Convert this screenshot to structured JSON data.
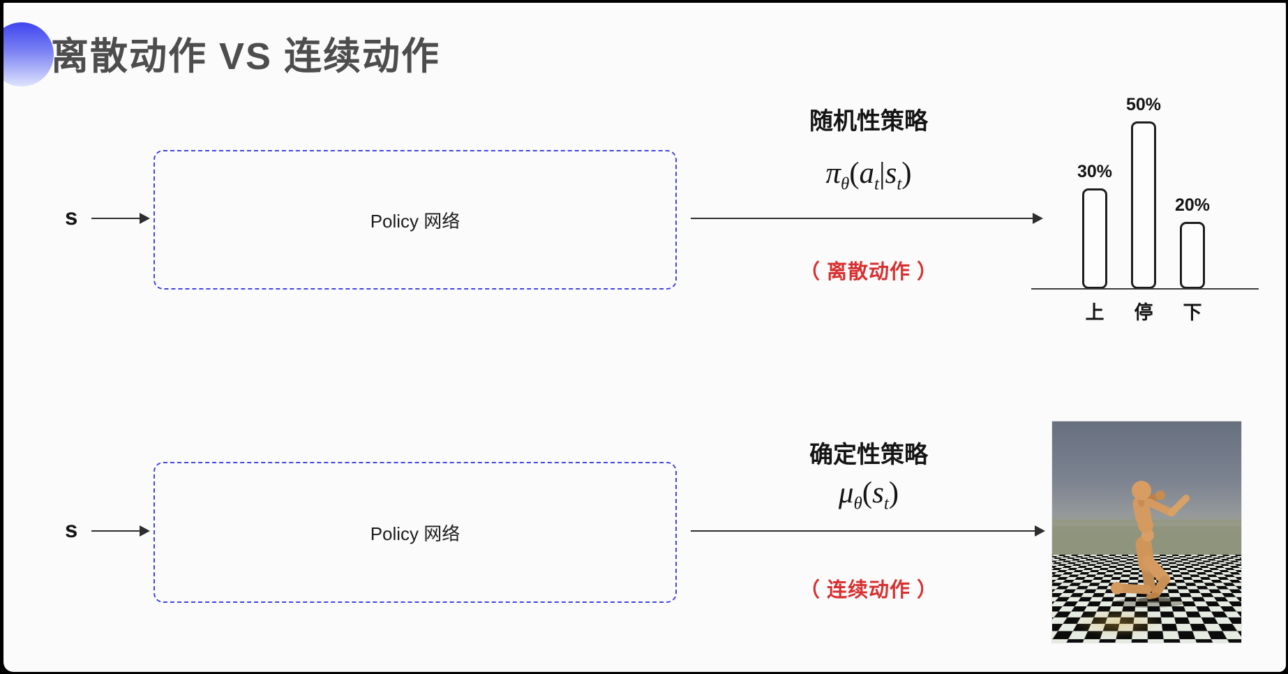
{
  "slide": {
    "title": "离散动作 VS 连续动作"
  },
  "top_flow": {
    "input_label": "s",
    "box_label": "Policy 网络",
    "policy_type": "随机性策略",
    "formula": {
      "symbol": "π",
      "symbol_sub": "θ",
      "lparen": "(",
      "arg1": "a",
      "arg1_sub": "t",
      "pipe": "|",
      "arg2": "s",
      "arg2_sub": "t",
      "rparen": ")"
    },
    "action_note": "（ 离散动作 ）"
  },
  "bottom_flow": {
    "input_label": "s",
    "box_label": "Policy 网络",
    "policy_type": "确定性策略",
    "formula": {
      "symbol": "μ",
      "symbol_sub": "θ",
      "lparen": "(",
      "arg": "s",
      "arg_sub": "t",
      "rparen": ")"
    },
    "action_note": "（ 连续动作 ）"
  },
  "chart_data": {
    "type": "bar",
    "categories": [
      "上",
      "停",
      "下"
    ],
    "values": [
      30,
      50,
      20
    ],
    "labels": [
      "30%",
      "50%",
      "20%"
    ],
    "title": "",
    "xlabel": "",
    "ylabel": "",
    "ylim": [
      0,
      60
    ],
    "grid": false,
    "legend": false,
    "style": "outlined white bars with rounded corners above a baseline"
  },
  "colors": {
    "accent_blue": "#3f45ee",
    "dashed_box_blue": "#4144e0",
    "action_red": "#d92f2f",
    "title_gray": "#4d4d4d",
    "scene_sky_top": "#67707f",
    "scene_sky_horizon": "#999d8e",
    "scene_tile_dark": "#0b0b0b",
    "scene_tile_light": "#e7ece3",
    "scene_body_tan": "#d59a60"
  }
}
